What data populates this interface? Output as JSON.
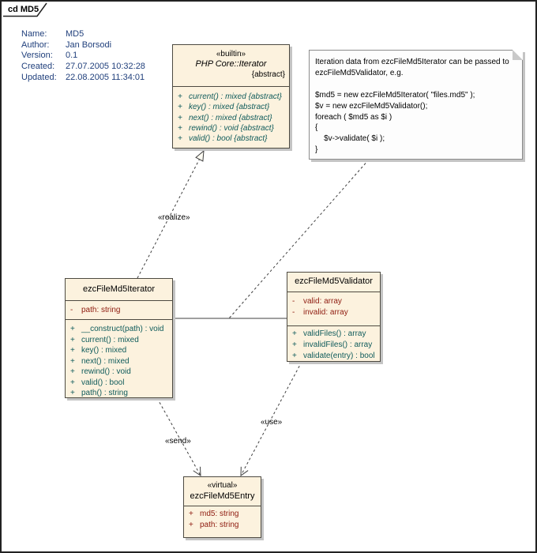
{
  "frame": {
    "tab_label": "cd MD5"
  },
  "metadata": {
    "rows": [
      {
        "label": "Name:",
        "value": "MD5"
      },
      {
        "label": "Author:",
        "value": "Jan Borsodi"
      },
      {
        "label": "Version:",
        "value": "0.1"
      },
      {
        "label": "Created:",
        "value": "27.07.2005 10:32:28"
      },
      {
        "label": "Updated:",
        "value": "22.08.2005 11:34:01"
      }
    ]
  },
  "classes": {
    "php_iterator": {
      "stereotype": "«builtin»",
      "name": "PHP Core::Iterator",
      "tag": "{abstract}",
      "methods": [
        {
          "vis": "+",
          "sig": "current() : mixed {abstract}"
        },
        {
          "vis": "+",
          "sig": "key() : mixed {abstract}"
        },
        {
          "vis": "+",
          "sig": "next() : mixed {abstract}"
        },
        {
          "vis": "+",
          "sig": "rewind() : void {abstract}"
        },
        {
          "vis": "+",
          "sig": "valid() : bool {abstract}"
        }
      ]
    },
    "iterator": {
      "name": "ezcFileMd5Iterator",
      "attributes": [
        {
          "vis": "-",
          "sig": "path: string"
        }
      ],
      "methods": [
        {
          "vis": "+",
          "sig": "__construct(path) : void"
        },
        {
          "vis": "+",
          "sig": "current() : mixed"
        },
        {
          "vis": "+",
          "sig": "key() : mixed"
        },
        {
          "vis": "+",
          "sig": "next() : mixed"
        },
        {
          "vis": "+",
          "sig": "rewind() : void"
        },
        {
          "vis": "+",
          "sig": "valid() : bool"
        },
        {
          "vis": "+",
          "sig": "path() : string"
        }
      ]
    },
    "validator": {
      "name": "ezcFileMd5Validator",
      "attributes": [
        {
          "vis": "-",
          "sig": "valid:  array"
        },
        {
          "vis": "-",
          "sig": "invalid:  array"
        }
      ],
      "methods": [
        {
          "vis": "+",
          "sig": "validFiles() : array"
        },
        {
          "vis": "+",
          "sig": "invalidFiles() : array"
        },
        {
          "vis": "+",
          "sig": "validate(entry) : bool"
        }
      ]
    },
    "entry": {
      "stereotype": "«virtual»",
      "name": "ezcFileMd5Entry",
      "attributes": [
        {
          "vis": "+",
          "sig": "md5: string"
        },
        {
          "vis": "+",
          "sig": "path: string"
        }
      ]
    }
  },
  "note": {
    "text": "Iteration data from ezcFileMd5Iterator can be passed to\nezcFileMd5Validator, e.g.\n\n$md5 = new ezcFileMd5Iterator( \"files.md5\" );\n$v = new ezcFileMd5Validator();\nforeach ( $md5 as $i )\n{\n    $v->validate( $i );\n}"
  },
  "connectors": {
    "realize_label": "«realize»",
    "send_label": "«send»",
    "use_label": "«use»"
  },
  "colors": {
    "class_fill": "#FCF2DE",
    "class_border": "#4D4A41",
    "shadow": "#C4C4C4",
    "attribute_text": "#8E1B0F",
    "method_text": "#0F5B5B",
    "metadata_text": "#21407C",
    "note_fill": "#FDFDFD",
    "note_border": "#8C8C8C",
    "connector": "#3F3F3F"
  }
}
